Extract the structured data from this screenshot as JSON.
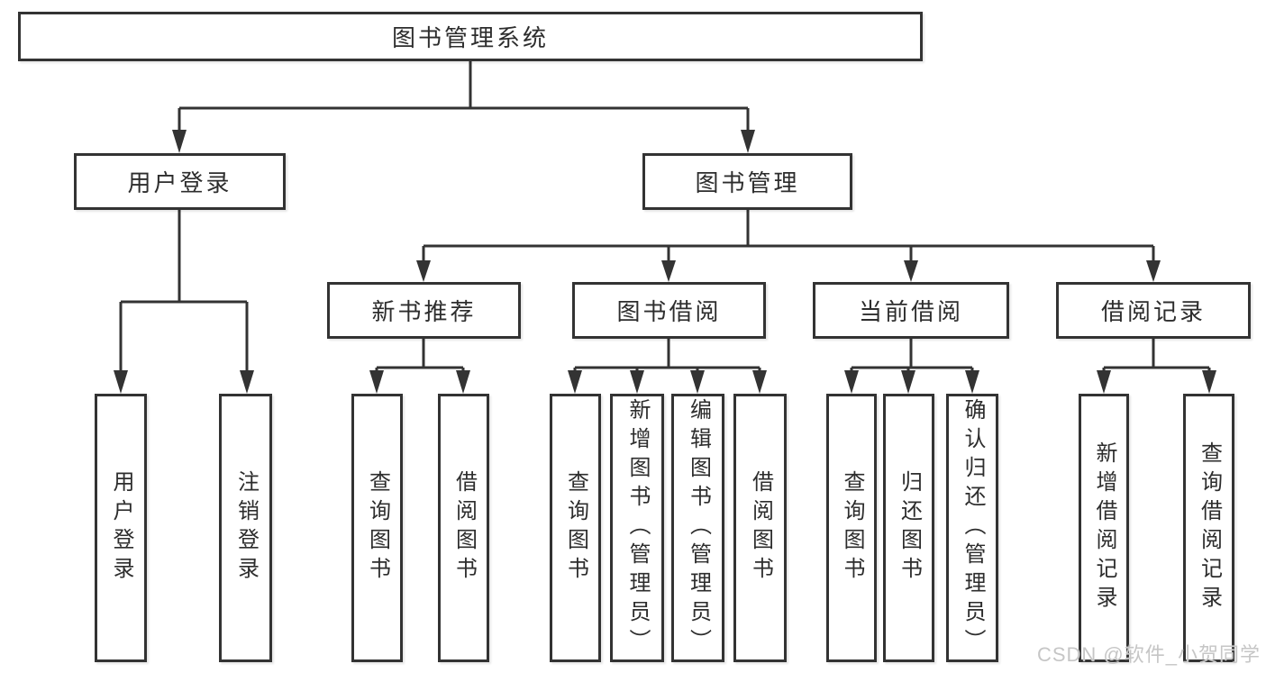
{
  "tree": {
    "label": "图书管理系统",
    "children": [
      {
        "label": "用户登录",
        "children": [
          {
            "label": "用户登录"
          },
          {
            "label": "注销登录"
          }
        ]
      },
      {
        "label": "图书管理",
        "children": [
          {
            "label": "新书推荐",
            "children": [
              {
                "label": "查询图书"
              },
              {
                "label": "借阅图书"
              }
            ]
          },
          {
            "label": "图书借阅",
            "children": [
              {
                "label": "查询图书"
              },
              {
                "label": "新增图书（管理员）"
              },
              {
                "label": "编辑图书（管理员）"
              },
              {
                "label": "借阅图书"
              }
            ]
          },
          {
            "label": "当前借阅",
            "children": [
              {
                "label": "查询图书"
              },
              {
                "label": "归还图书"
              },
              {
                "label": "确认归还（管理员）"
              }
            ]
          },
          {
            "label": "借阅记录",
            "children": [
              {
                "label": "新增借阅记录"
              },
              {
                "label": "查询借阅记录"
              }
            ]
          }
        ]
      }
    ]
  },
  "watermark": {
    "text": "CSDN @软件_小贺同学"
  },
  "colors": {
    "line": "#333333",
    "box_border": "#333333",
    "text": "#2d2d2d",
    "background": "#ffffff",
    "watermark": "#c6c6c6"
  }
}
